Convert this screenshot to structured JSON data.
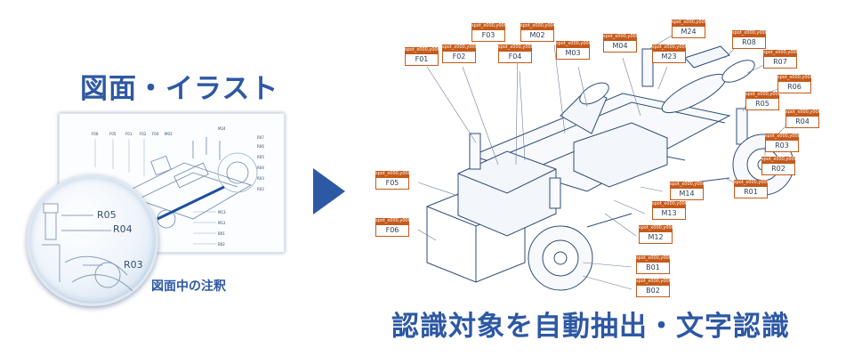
{
  "left_heading": "図面・イラスト",
  "caption": "図面中の注釈",
  "bottom_heading": "認識対象を自動抽出・文字認識",
  "magnifier_labels": [
    "R05",
    "R04",
    "R03"
  ],
  "thumbnail_labels": [
    "F06",
    "F05",
    "F01",
    "F02",
    "F04",
    "M03",
    "M24",
    "R07",
    "R06",
    "R05",
    "R04",
    "R03",
    "R02",
    "M13",
    "M12",
    "B01",
    "B02"
  ],
  "callouts": [
    {
      "code": "F03",
      "spot": "spot_x000,y000"
    },
    {
      "code": "M02",
      "spot": "spot_x000,y000"
    },
    {
      "code": "M24",
      "spot": "spot_x000,y000"
    },
    {
      "code": "F01",
      "spot": "spot_x000,y000"
    },
    {
      "code": "F02",
      "spot": "spot_x000,y000"
    },
    {
      "code": "F04",
      "spot": "spot_x000,y000"
    },
    {
      "code": "M03",
      "spot": "spot_x000,y000"
    },
    {
      "code": "M04",
      "spot": "spot_x000,y000"
    },
    {
      "code": "M23",
      "spot": "spot_x000,y000"
    },
    {
      "code": "R08",
      "spot": "spot_x000,y000"
    },
    {
      "code": "R07",
      "spot": "spot_x000,y000"
    },
    {
      "code": "R06",
      "spot": "spot_x000,y000"
    },
    {
      "code": "R05",
      "spot": "spot_x000,y000"
    },
    {
      "code": "R04",
      "spot": "spot_x000,y000"
    },
    {
      "code": "R03",
      "spot": "spot_x000,y000"
    },
    {
      "code": "R02",
      "spot": "spot_x000,y000"
    },
    {
      "code": "R01",
      "spot": "spot_x000,y000"
    },
    {
      "code": "F05",
      "spot": "spot_x000,y000"
    },
    {
      "code": "F06",
      "spot": "spot_x000,y000"
    },
    {
      "code": "M14",
      "spot": "spot_x000,y000"
    },
    {
      "code": "M13",
      "spot": "spot_x000,y000"
    },
    {
      "code": "M12",
      "spot": "spot_x000,y000"
    },
    {
      "code": "B01",
      "spot": "spot_x000,y000"
    },
    {
      "code": "B02",
      "spot": "spot_x000,y000"
    }
  ],
  "colors": {
    "heading": "#2d58a4",
    "spot_badge": "#c55a1a",
    "line_art": "#2f4d78",
    "arrow": "#2d58a4"
  }
}
